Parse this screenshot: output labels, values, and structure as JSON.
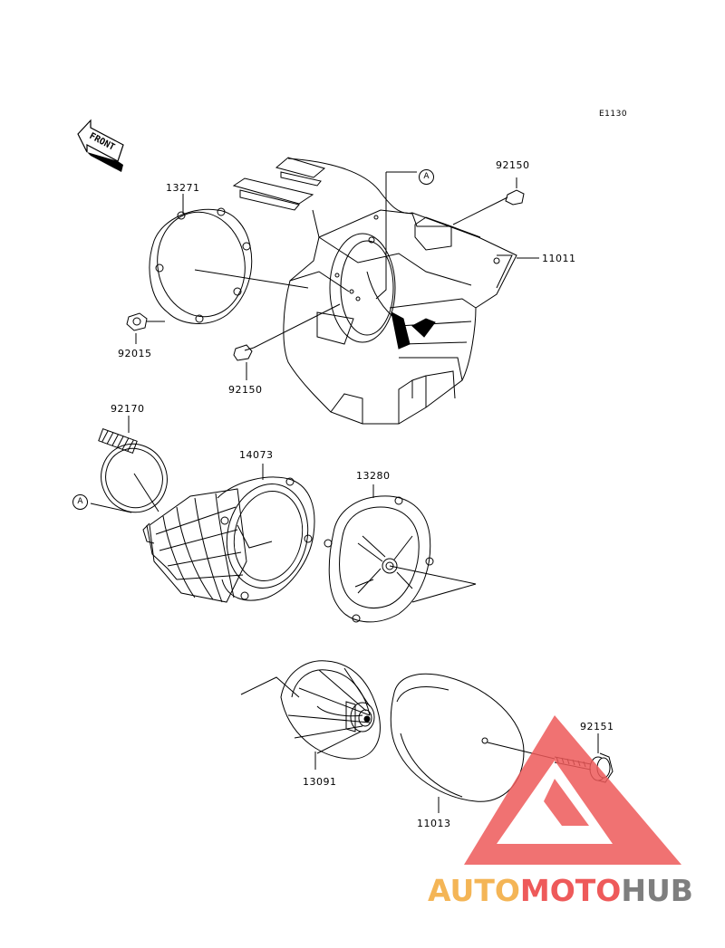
{
  "diagram": {
    "id": "E1130",
    "front_label": "FRONT",
    "ref_marker": "A",
    "parts": [
      {
        "number": "13271"
      },
      {
        "number": "92015"
      },
      {
        "number": "92150"
      },
      {
        "number": "92150"
      },
      {
        "number": "11011"
      },
      {
        "number": "92170"
      },
      {
        "number": "14073"
      },
      {
        "number": "13280"
      },
      {
        "number": "13091"
      },
      {
        "number": "11013"
      },
      {
        "number": "92151"
      }
    ]
  },
  "watermark": {
    "part1": "AUTO",
    "part2": "MOTO",
    "part3": "HUB",
    "colors": {
      "auto": "#f4b556",
      "moto": "#ee5a5a",
      "hub": "#7e7e7e",
      "triangle": "#ee5a5a"
    }
  }
}
